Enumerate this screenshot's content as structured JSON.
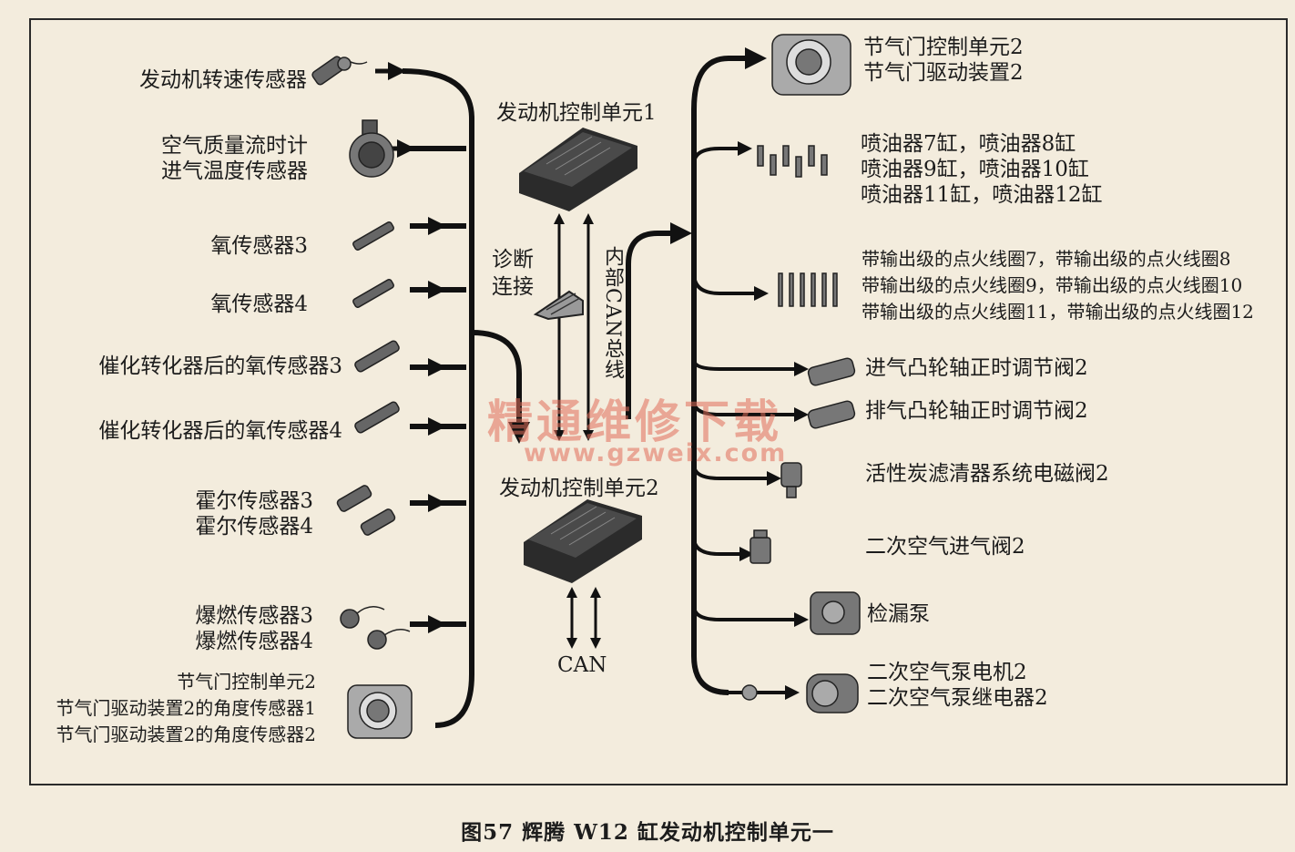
{
  "left_inputs": [
    {
      "lines": [
        "发动机转速传感器"
      ]
    },
    {
      "lines": [
        "空气质量流时计",
        "进气温度传感器"
      ]
    },
    {
      "lines": [
        "氧传感器3"
      ]
    },
    {
      "lines": [
        "氧传感器4"
      ]
    },
    {
      "lines": [
        "催化转化器后的氧传感器3"
      ]
    },
    {
      "lines": [
        "催化转化器后的氧传感器4"
      ]
    },
    {
      "lines": [
        "霍尔传感器3",
        "霍尔传感器4"
      ]
    },
    {
      "lines": [
        "爆燃传感器3",
        "爆燃传感器4"
      ]
    },
    {
      "lines": [
        "节气门控制单元2",
        "节气门驱动装置2的角度传感器1",
        "节气门驱动装置2的角度传感器2"
      ]
    }
  ],
  "center": {
    "ecu1": "发动机控制单元1",
    "ecu2": "发动机控制单元2",
    "diag": "诊断连接",
    "can_bus": "内部CAN总线",
    "can": "CAN"
  },
  "right_outputs": [
    {
      "lines": [
        "节气门控制单元2",
        "节气门驱动装置2"
      ]
    },
    {
      "lines": [
        "喷油器7缸，喷油器8缸",
        "喷油器9缸，喷油器10缸",
        "喷油器11缸，喷油器12缸"
      ]
    },
    {
      "lines": [
        "带输出级的点火线圈7，带输出级的点火线圈8",
        "带输出级的点火线圈9，带输出级的点火线圈10",
        "带输出级的点火线圈11，带输出级的点火线圈12"
      ]
    },
    {
      "lines": [
        "进气凸轮轴正时调节阀2"
      ]
    },
    {
      "lines": [
        "排气凸轮轴正时调节阀2"
      ]
    },
    {
      "lines": [
        "活性炭滤清器系统电磁阀2"
      ]
    },
    {
      "lines": [
        "二次空气进气阀2"
      ]
    },
    {
      "lines": [
        "检漏泵"
      ]
    },
    {
      "lines": [
        "二次空气泵电机2",
        "二次空气泵继电器2"
      ]
    }
  ],
  "watermark": {
    "title": "精通维修下载",
    "url": "www.gzweix.com"
  },
  "caption": "图57   辉腾 W12 缸发动机控制单元一"
}
